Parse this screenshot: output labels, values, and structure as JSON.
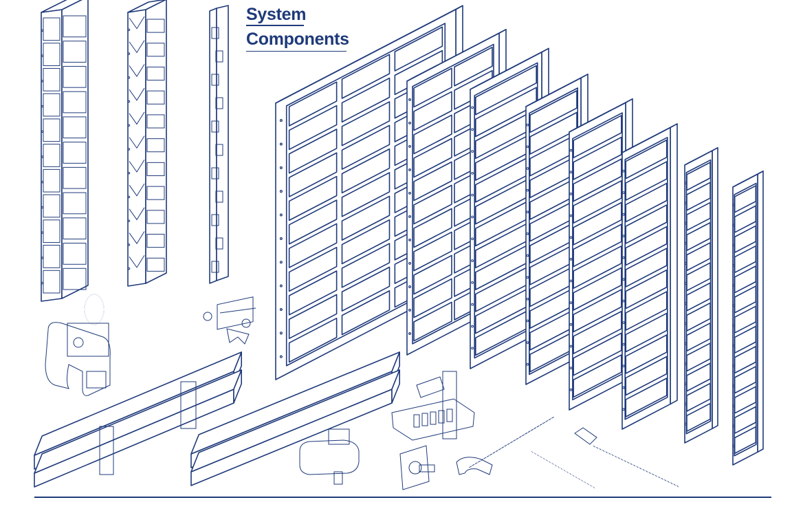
{
  "title": {
    "line1": "System",
    "line2": "Components"
  },
  "colors": {
    "ink": "#1f3a7a",
    "background": "#ffffff"
  },
  "components": [
    "inside-corner-post",
    "outside-corner-post",
    "hinged-corner",
    "lifting-hook",
    "panel-clamp",
    "large-panel",
    "panel-medium-1",
    "panel-medium-2",
    "panel-narrow-1",
    "panel-narrow-2",
    "panel-narrow-3",
    "filler-strip-1",
    "filler-strip-2",
    "waler-beam-1",
    "waler-beam-2",
    "waler-clamp",
    "alignment-clamp",
    "wall-tie-plate",
    "tie-rod-1",
    "tie-rod-2",
    "tie-rod-3",
    "hook-bolt"
  ]
}
